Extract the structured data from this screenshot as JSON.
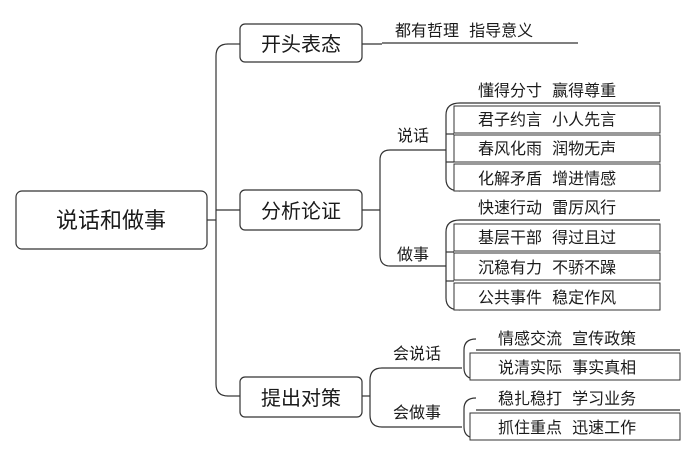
{
  "root": "说话和做事",
  "branches": [
    {
      "label": "开头表态",
      "leaves": [
        "都有哲理  指导意义"
      ]
    },
    {
      "label": "分析论证",
      "groups": [
        {
          "label": "说话",
          "leaves": [
            "懂得分寸  赢得尊重",
            "君子约言  小人先言",
            "春风化雨  润物无声",
            "化解矛盾  增进情感"
          ]
        },
        {
          "label": "做事",
          "leaves": [
            "快速行动  雷厉风行",
            "基层干部  得过且过",
            "沉稳有力  不骄不躁",
            "公共事件  稳定作风"
          ]
        }
      ]
    },
    {
      "label": "提出对策",
      "groups": [
        {
          "label": "会说话",
          "leaves": [
            "情感交流  宣传政策",
            "说清实际  事实真相"
          ]
        },
        {
          "label": "会做事",
          "leaves": [
            "稳扎稳打  学习业务",
            "抓住重点  迅速工作"
          ]
        }
      ]
    }
  ]
}
